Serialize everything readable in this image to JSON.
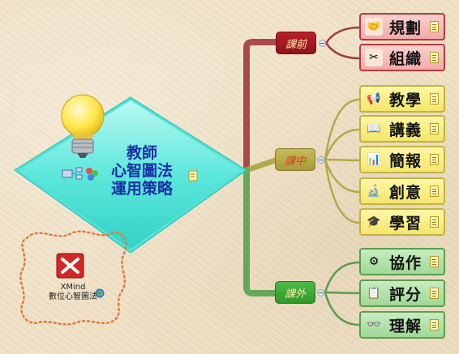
{
  "central": {
    "title_lines": [
      "教師",
      "心智圖法",
      "運用策略"
    ],
    "has_note": true
  },
  "branches": [
    {
      "label": "課前",
      "color": "#9e1a24",
      "children": [
        {
          "label": "規劃",
          "icon": "handshake-icon"
        },
        {
          "label": "組織",
          "icon": "tools-icon"
        }
      ]
    },
    {
      "label": "課中",
      "color": "#b1a540",
      "children": [
        {
          "label": "教學",
          "icon": "megaphone-icon"
        },
        {
          "label": "講義",
          "icon": "book-icon"
        },
        {
          "label": "簡報",
          "icon": "presentation-icon"
        },
        {
          "label": "創意",
          "icon": "microscope-icon"
        },
        {
          "label": "學習",
          "icon": "study-icon"
        }
      ]
    },
    {
      "label": "課外",
      "color": "#3aa336",
      "children": [
        {
          "label": "協作",
          "icon": "gear-icon"
        },
        {
          "label": "評分",
          "icon": "clipboard-icon"
        },
        {
          "label": "理解",
          "icon": "glasses-icon"
        }
      ]
    }
  ],
  "floating": {
    "line1": "XMind",
    "line2": "數位心智圖法",
    "icon": "xmind-logo-icon"
  }
}
